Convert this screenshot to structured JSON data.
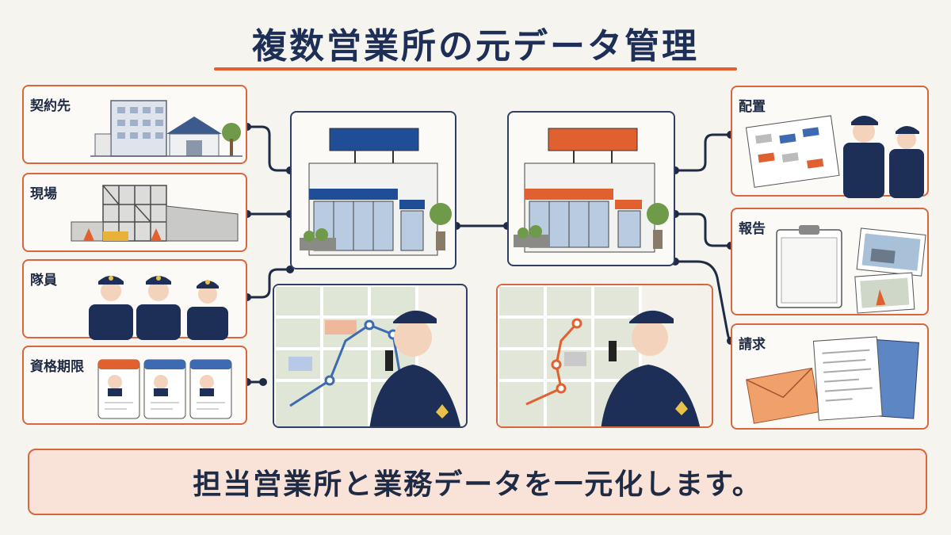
{
  "title": "複数営業所の元データ管理",
  "left_cards": [
    {
      "label": "契約先",
      "icon": "building-icon"
    },
    {
      "label": "現場",
      "icon": "construction-site-icon"
    },
    {
      "label": "隊員",
      "icon": "guards-group-icon"
    },
    {
      "label": "資格期限",
      "icon": "id-cards-icon"
    }
  ],
  "right_cards": [
    {
      "label": "配置",
      "icon": "placement-board-icon"
    },
    {
      "label": "報告",
      "icon": "clipboard-report-icon"
    },
    {
      "label": "請求",
      "icon": "invoice-envelope-icon"
    }
  ],
  "offices": [
    {
      "name": "office-blue",
      "accent": "#1f4e96"
    },
    {
      "name": "office-orange",
      "accent": "#e0612f"
    }
  ],
  "footer": "担当営業所と業務データを一元化します。",
  "colors": {
    "navy": "#1e2f57",
    "orange": "#e0612f",
    "card_border": "#d9663d",
    "banner_bg": "#f9e3d8"
  }
}
